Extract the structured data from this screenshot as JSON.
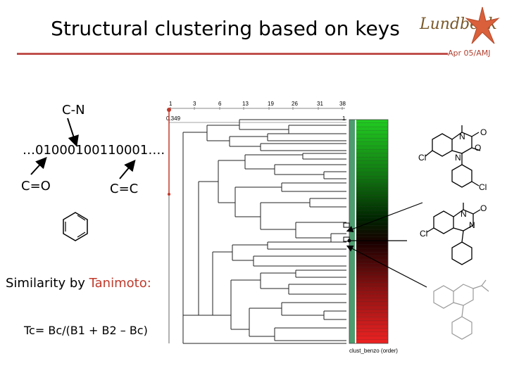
{
  "slide": {
    "title": "Structural clustering based on keys",
    "date_author": "Apr 05/AMJ",
    "logo_text": "Lundbeck"
  },
  "left_panel": {
    "bond_cn": "C-N",
    "bit_string": "…01000100110001….",
    "bond_co": "C=O",
    "bond_cc": "C=C",
    "similarity_prefix": "Similarity by ",
    "similarity_method": "Tanimoto:",
    "formula": "Tc= Bc/(B1 + B2 – Bc)"
  },
  "dendrogram": {
    "top_ticks": [
      "1",
      "3",
      "6",
      "13",
      "19",
      "26",
      "31",
      "38"
    ],
    "left_value": "0.349",
    "right_value": "1",
    "caption": "clust_benzo (order)"
  },
  "colors": {
    "accent_rule": "#c0504d",
    "tanimoto": "#c0392b",
    "heat_top": "#22cc22",
    "heat_mid": "#000000",
    "heat_bottom": "#dd2222"
  }
}
